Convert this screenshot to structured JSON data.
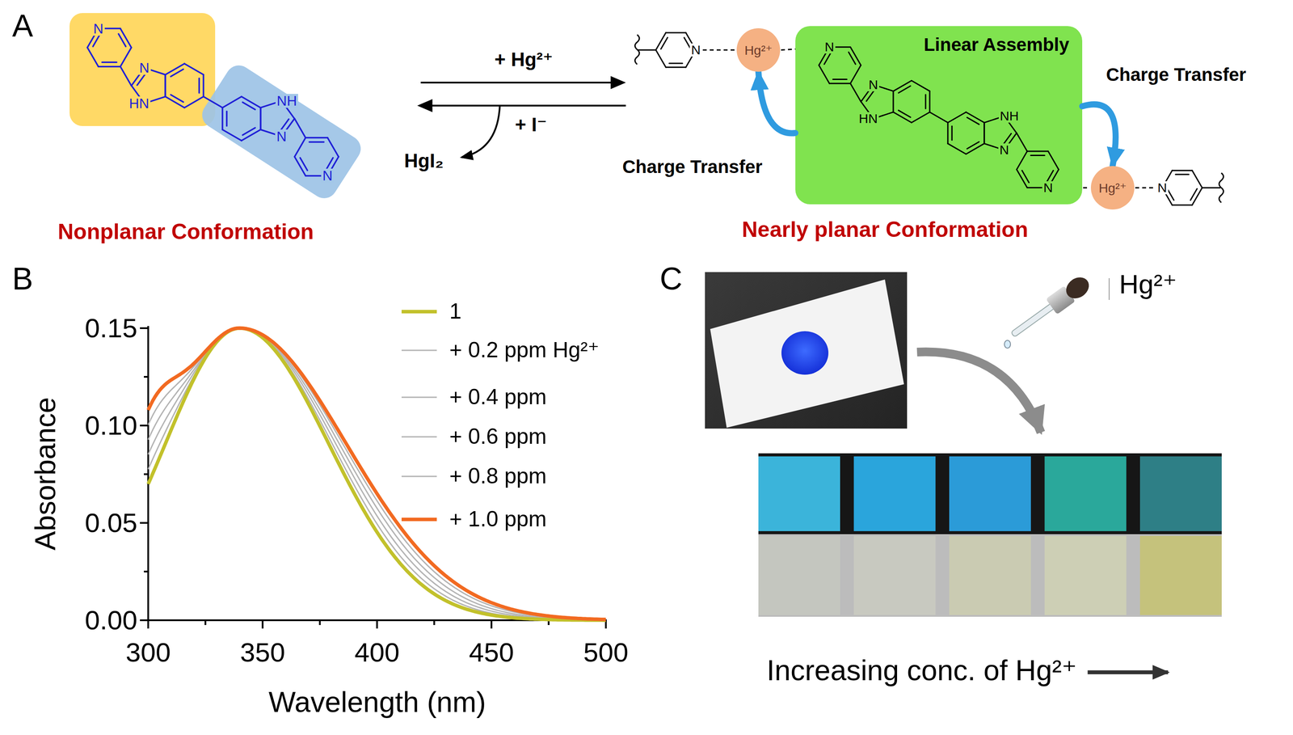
{
  "diagram": {
    "nodes": [
      {
        "text": [
          "Hg²⁺"
        ]
      },
      {
        "text": [
          "Linear Assembly"
        ]
      },
      {
        "text": [
          "Hg²⁺"
        ]
      }
    ],
    "edges": [
      {
        "from": 1,
        "to": 0,
        "arrow": "to",
        "label": "Charge Transfer"
      },
      {
        "from": 1,
        "to": 2,
        "arrow": "to",
        "label": "Charge Transfer"
      }
    ],
    "labels": [
      "A",
      "N",
      "N",
      "HN",
      "NH",
      "N",
      "N",
      "+ Hg²⁺",
      "+ I⁻",
      "HgI₂",
      "N",
      "N",
      "N",
      "HN",
      "NH",
      "N",
      "N",
      "N",
      "Nonplanar Conformation",
      "Nearly planar Conformation",
      "B",
      "0.15",
      "0.10",
      "0.05",
      "0.00",
      "300",
      "350",
      "400",
      "450",
      "500",
      "Absorbance",
      "Wavelength (nm)",
      "C",
      "Hg²⁺",
      "Increasing conc. of Hg²⁺"
    ],
    "legend": [
      {
        "text": "1"
      },
      {
        "text": "+ 0.2 ppm Hg²⁺"
      },
      {
        "text": "+ 0.4 ppm"
      },
      {
        "text": "+ 0.6 ppm"
      },
      {
        "text": "+ 0.8 ppm"
      },
      {
        "text": "+ 1.0 ppm"
      }
    ]
  }
}
